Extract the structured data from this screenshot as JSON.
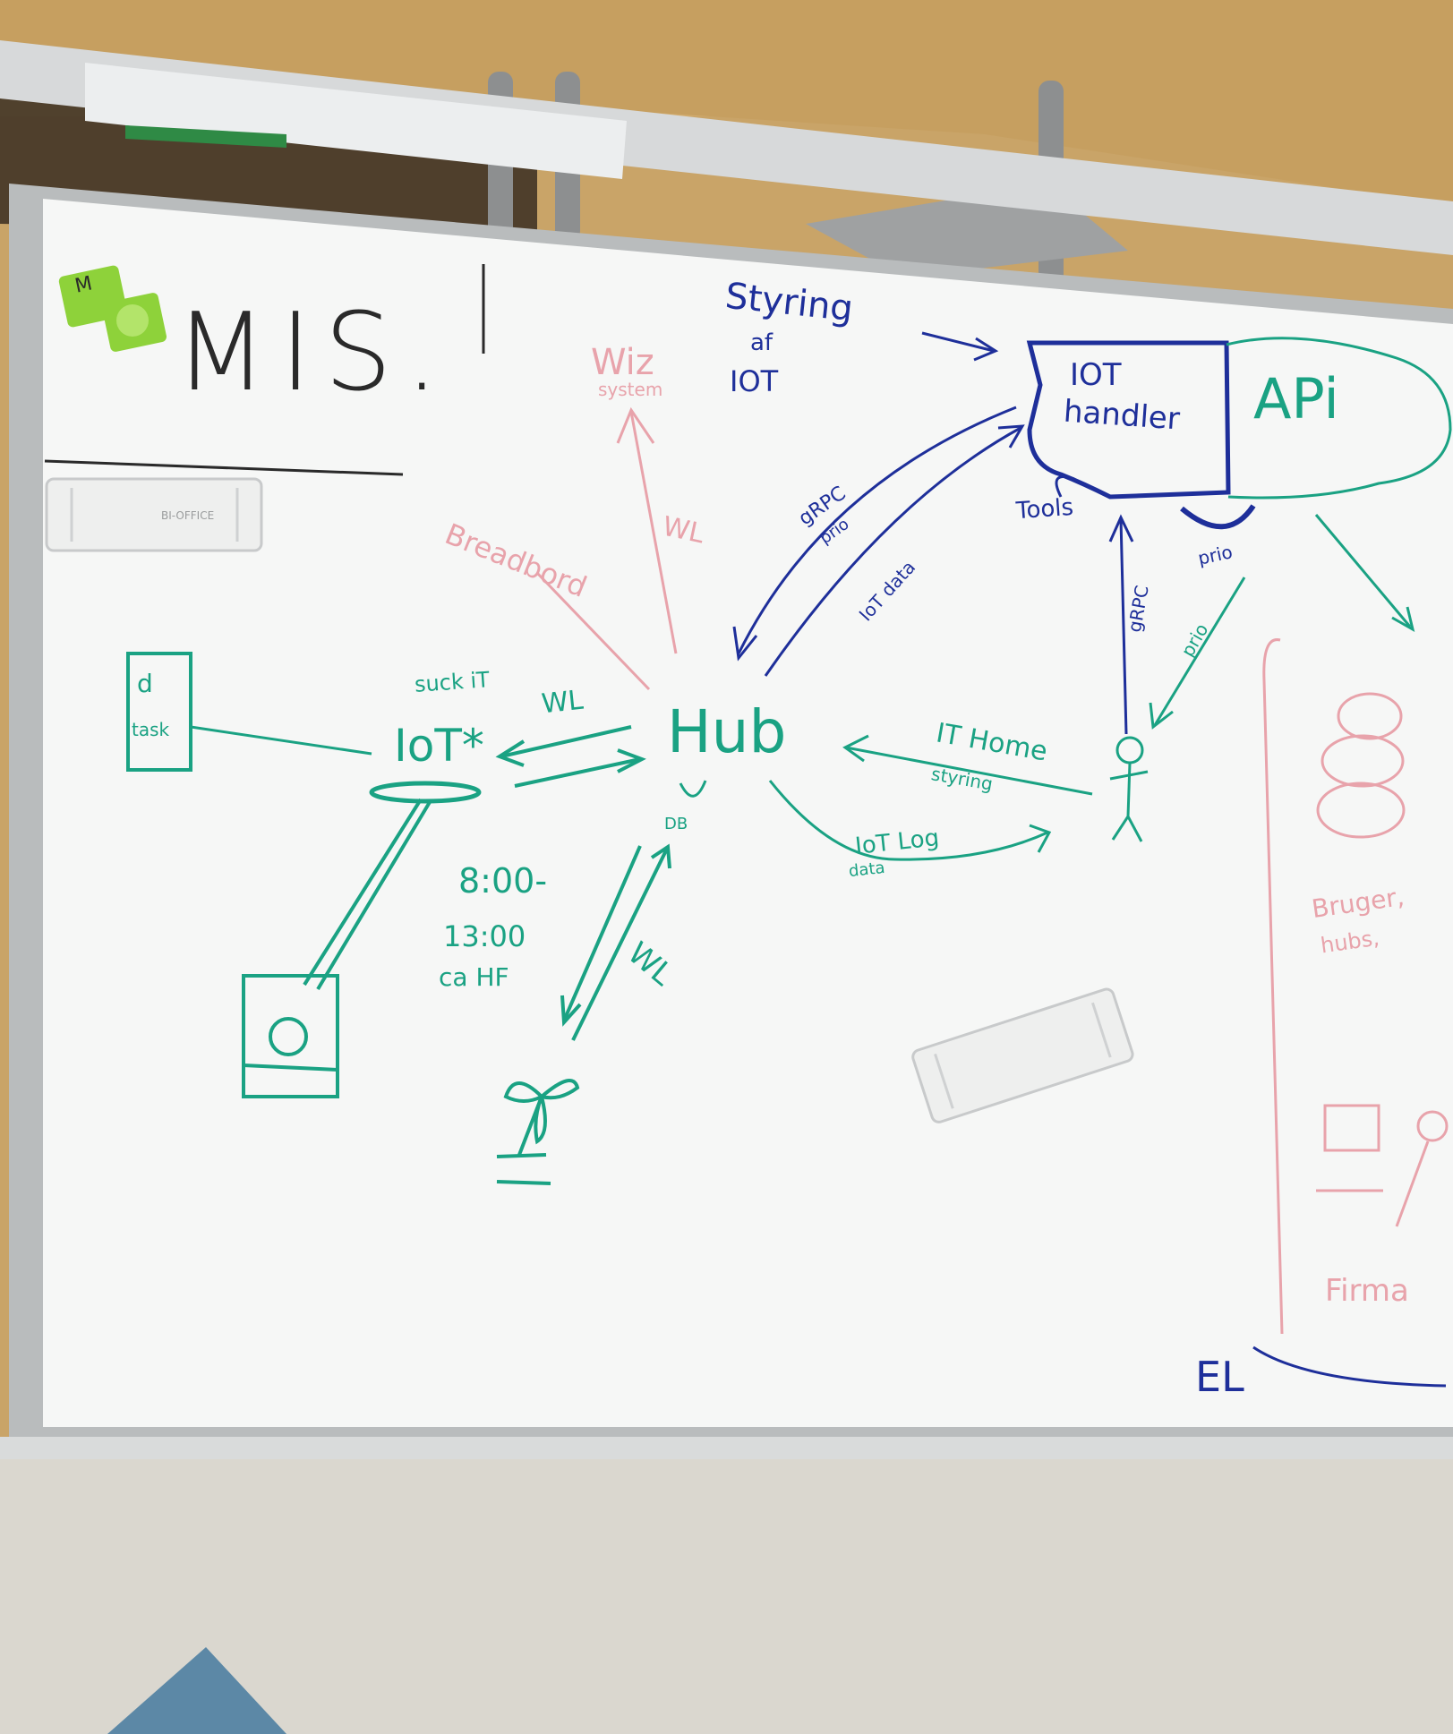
{
  "colors": {
    "board": "#f6f7f6",
    "marker_black": "#2a2a2a",
    "marker_green": "#1aa283",
    "marker_blue": "#1e2f9a",
    "marker_pink": "#e8a3ab",
    "wall": "#c9a468"
  },
  "title": "MIS.",
  "magnet_letter": "M",
  "eraser_brand": "BI-OFFICE",
  "nodes": {
    "iot_left": "IoT*",
    "iot_left_tag": "suck iT",
    "device_top": "d",
    "device_bottom": "task",
    "hub": "Hub",
    "hub_db": "DB",
    "times": [
      "8:00-",
      "13:00",
      "ca HF"
    ],
    "iot_handler_line1": "IOT",
    "iot_handler_line2": "handler",
    "api": "APi",
    "tools": "Tools",
    "styring_line1": "Styring",
    "styring_line2": "af",
    "styring_line3": "IOT",
    "wiz_line1": "Wiz",
    "wiz_line2": "system",
    "breadboard": "Breadbord",
    "el": "EL"
  },
  "edges": {
    "wl_top": "WL",
    "wl_pink": "WL",
    "wl_fan": "WL",
    "grpc_prio": "gRPC",
    "prio_small": "prio",
    "iot_data": "IoT data",
    "grpc_right": "gRPC",
    "prio_right": "prio",
    "prio_loop": "prio",
    "it_home": "IT Home",
    "styring": "styring",
    "iot_log_line1": "IoT Log",
    "iot_log_line2": "data"
  },
  "side_panel": {
    "brugere": "Bruger,",
    "hubs": "hubs,",
    "firma": "Firma"
  }
}
